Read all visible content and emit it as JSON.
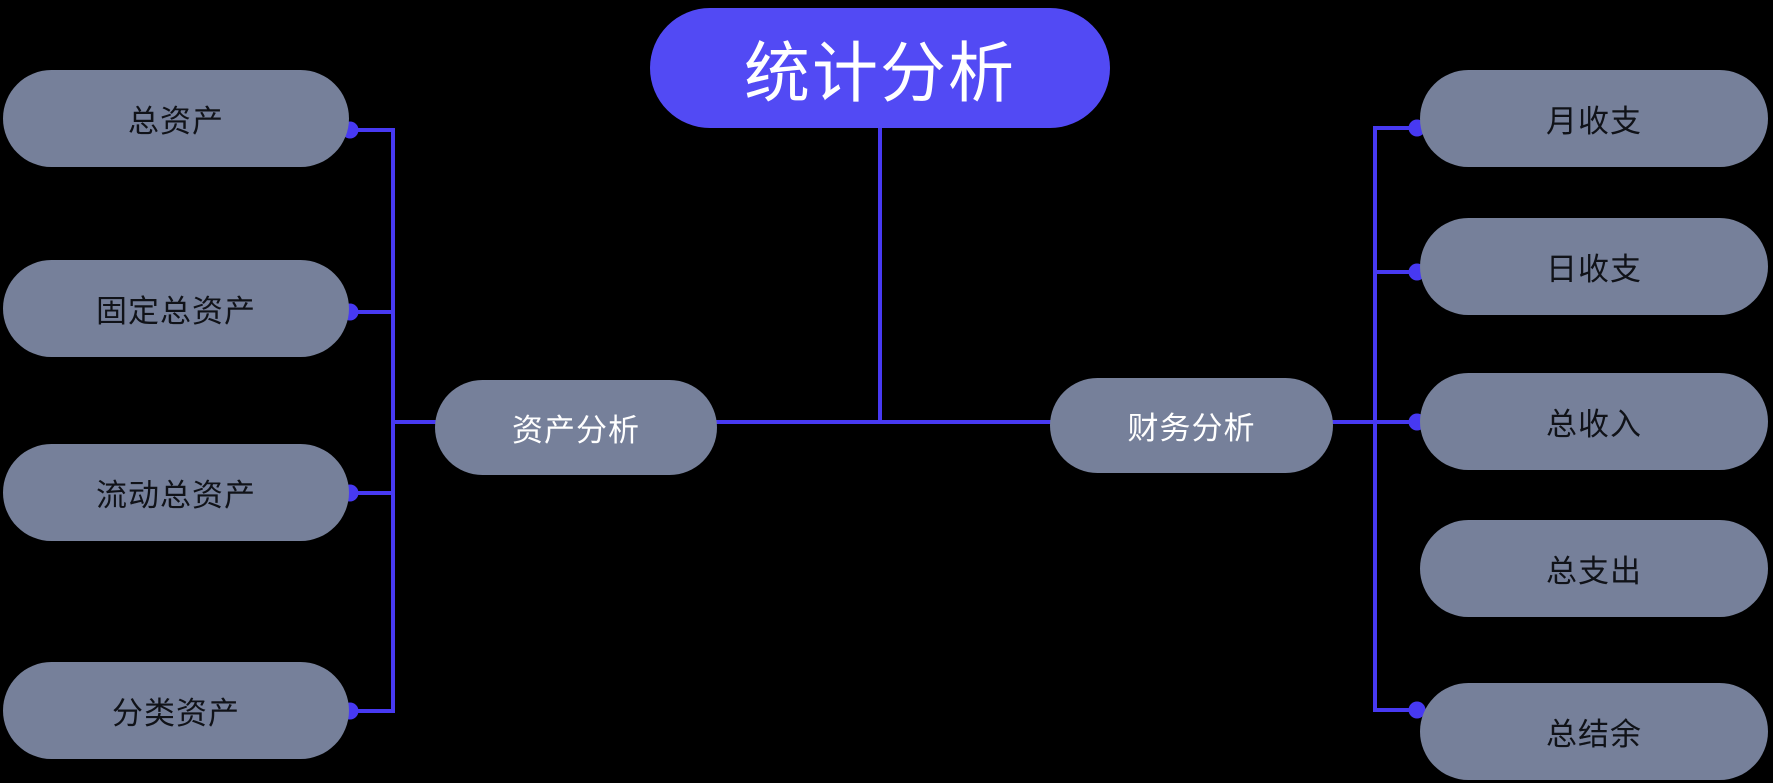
{
  "colors": {
    "background": "#000000",
    "accent": "#4739f2",
    "node_fill": "#76809a",
    "root_fill": "#524af4",
    "leaf_text": "#101218",
    "branch_text": "#ffffff"
  },
  "root": {
    "label": "统计分析"
  },
  "branches": [
    {
      "label": "资产分析",
      "children": [
        {
          "label": "总资产"
        },
        {
          "label": "固定总资产"
        },
        {
          "label": "流动总资产"
        },
        {
          "label": "分类资产"
        }
      ]
    },
    {
      "label": "财务分析",
      "children": [
        {
          "label": "月收支"
        },
        {
          "label": "日收支"
        },
        {
          "label": "总收入"
        },
        {
          "label": "总支出"
        },
        {
          "label": "总结余"
        }
      ]
    }
  ]
}
